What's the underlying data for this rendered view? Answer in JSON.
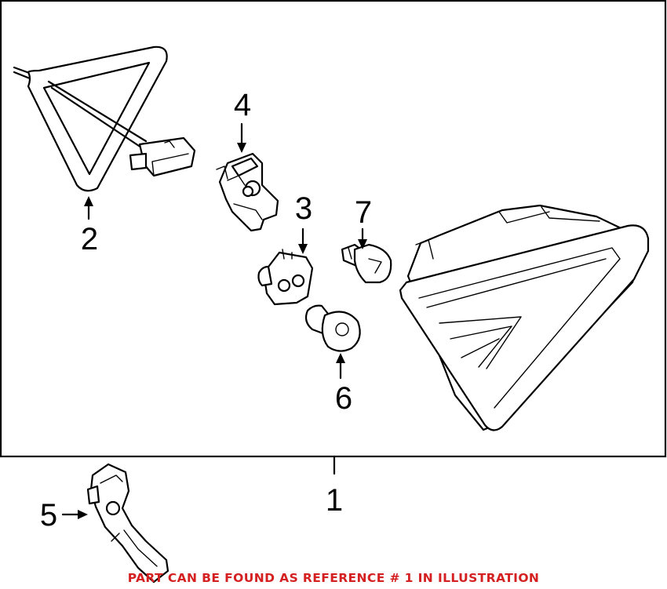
{
  "callouts": {
    "c1": "1",
    "c2": "2",
    "c3": "3",
    "c4": "4",
    "c5": "5",
    "c6": "6",
    "c7": "7"
  },
  "footer_note": "PART CAN BE FOUND AS REFERENCE # 1 IN ILLUSTRATION",
  "colors": {
    "note": "#d42020",
    "line": "#000000",
    "background": "#ffffff"
  }
}
